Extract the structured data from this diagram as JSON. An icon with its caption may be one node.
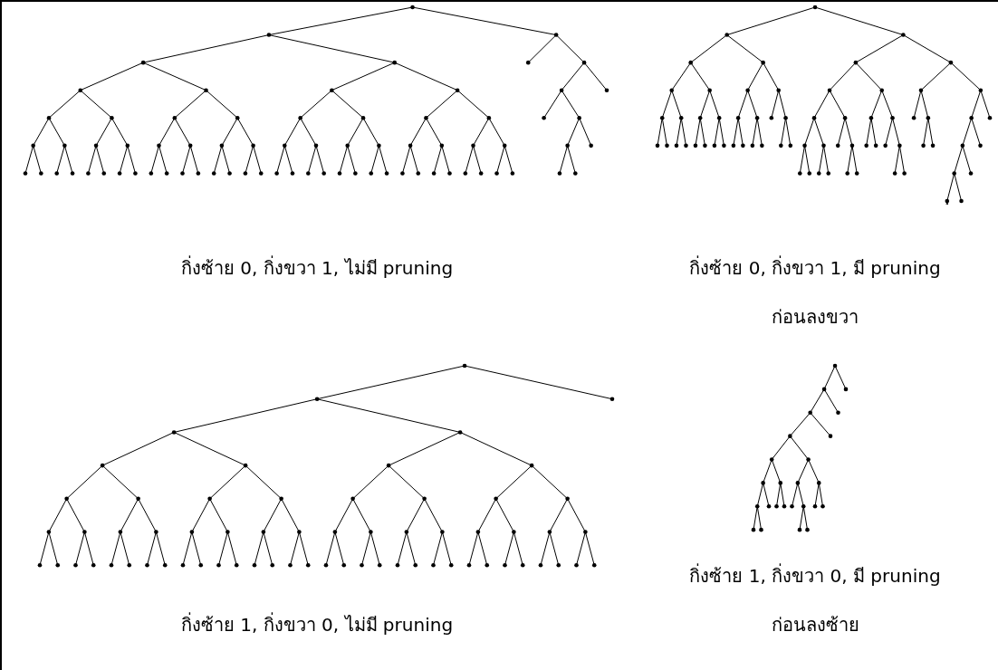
{
  "diagram": {
    "labels": [
      "กิ่งซ้าย 0, กิ่งขวา 1, ไม่มี pruning",
      "กิ่งซ้าย 0, กิ่งขวา 1, มี pruning",
      "ก่อนลงขวา",
      "กิ่งซ้าย 1, กิ่งขวา 0, ไม่มี pruning",
      "กิ่งซ้าย 1, กิ่งขวา 0, มี pruning",
      "ก่อนลงซ้าย"
    ]
  }
}
